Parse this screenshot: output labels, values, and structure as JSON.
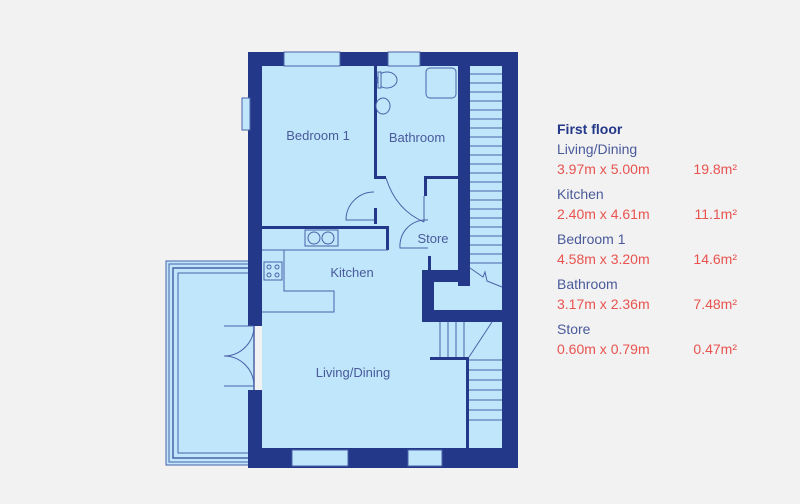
{
  "floor_plan": {
    "rooms": [
      {
        "label": "Bedroom 1"
      },
      {
        "label": "Bathroom"
      },
      {
        "label": "Store"
      },
      {
        "label": "Kitchen"
      },
      {
        "label": "Living/Dining"
      }
    ],
    "colors": {
      "wall": "#24388a",
      "floor": "#bfe6fb",
      "line": "#4a62a8",
      "background": "#f2f2f2"
    }
  },
  "legend": {
    "title": "First floor",
    "rooms": [
      {
        "name": "Living/Dining",
        "dims": "3.97m x 5.00m",
        "area": "19.8m²"
      },
      {
        "name": "Kitchen",
        "dims": "2.40m x 4.61m",
        "area": "11.1m²"
      },
      {
        "name": "Bedroom 1",
        "dims": "4.58m x 3.20m",
        "area": "14.6m²"
      },
      {
        "name": "Bathroom",
        "dims": "3.17m x 2.36m",
        "area": "7.48m²"
      },
      {
        "name": "Store",
        "dims": "0.60m x 0.79m",
        "area": "0.47m²"
      }
    ],
    "colors": {
      "title": "#24388a",
      "name": "#4a5a9a",
      "value": "#e8534f"
    }
  }
}
